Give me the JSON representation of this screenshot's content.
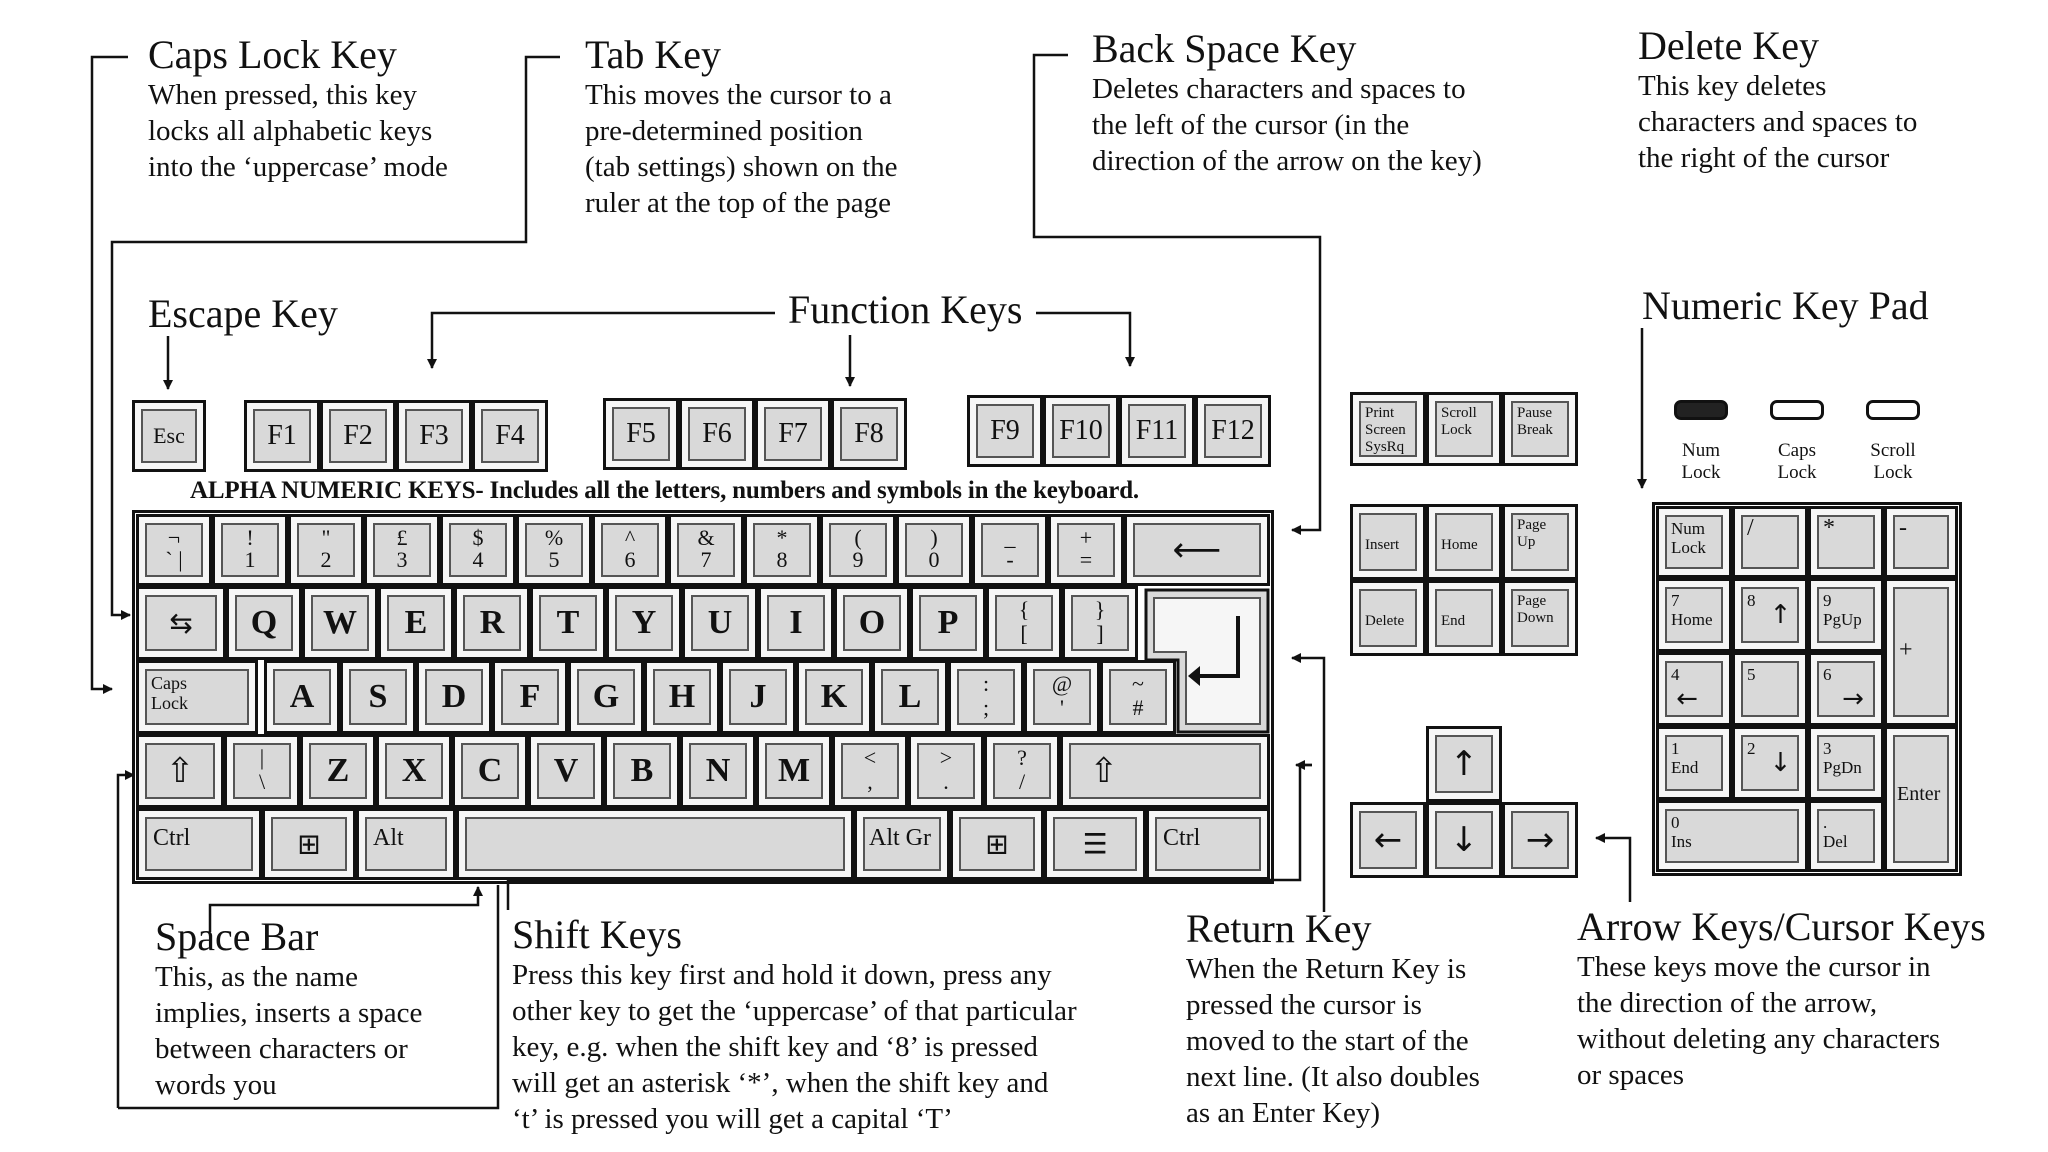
{
  "callouts": {
    "caps_lock": {
      "title": "Caps Lock Key",
      "desc": [
        "When pressed, this key",
        "locks all alphabetic keys",
        "into the ‘uppercase’ mode"
      ]
    },
    "tab": {
      "title": "Tab Key",
      "desc": [
        "This moves the cursor to a",
        "pre-determined position",
        "(tab settings) shown on the",
        "ruler at the top of the page"
      ]
    },
    "back_space": {
      "title": "Back Space Key",
      "desc": [
        "Deletes characters and spaces to",
        "the left of the cursor (in the",
        "direction of the arrow on the key)"
      ]
    },
    "delete": {
      "title": "Delete Key",
      "desc": [
        "This key deletes",
        "characters and spaces to",
        "the right of the cursor"
      ]
    },
    "escape": {
      "title": "Escape Key"
    },
    "function": {
      "title": "Function Keys"
    },
    "numeric": {
      "title": "Numeric Key Pad"
    },
    "space_bar": {
      "title": "Space Bar",
      "desc": [
        "This, as the name",
        "implies, inserts a space",
        "between characters or",
        "words you"
      ]
    },
    "shift": {
      "title": "Shift Keys",
      "desc": [
        "Press this key first and hold it down, press any",
        "other key to get the ‘uppercase’ of that particular",
        "key, e.g. when the shift key and ‘8’ is pressed",
        "will get an asterisk ‘*’, when the shift key and",
        "‘t’ is pressed you will get a capital ‘T’"
      ]
    },
    "return": {
      "title": "Return Key",
      "desc": [
        "When the Return Key is",
        "pressed the cursor is",
        "moved to the start of the",
        "next line.  (It also doubles",
        "as an Enter Key)"
      ]
    },
    "arrow": {
      "title": "Arrow Keys/Cursor Keys",
      "desc": [
        "These keys move the cursor in",
        "the direction of the arrow,",
        "without deleting any characters",
        "or spaces"
      ]
    }
  },
  "alpha_label": "ALPHA NUMERIC KEYS- Includes all the letters, numbers and symbols in the keyboard.",
  "keys": {
    "esc": "Esc",
    "function": [
      "F1",
      "F2",
      "F3",
      "F4",
      "F5",
      "F6",
      "F7",
      "F8",
      "F9",
      "F10",
      "F11",
      "F12"
    ],
    "number_row": [
      {
        "top": "¬",
        "bot": "` |"
      },
      {
        "top": "!",
        "bot": "1"
      },
      {
        "top": "\"",
        "bot": "2"
      },
      {
        "top": "£",
        "bot": "3"
      },
      {
        "top": "$",
        "bot": "4"
      },
      {
        "top": "%",
        "bot": "5"
      },
      {
        "top": "^",
        "bot": "6"
      },
      {
        "top": "&",
        "bot": "7"
      },
      {
        "top": "*",
        "bot": "8"
      },
      {
        "top": "(",
        "bot": "9"
      },
      {
        "top": ")",
        "bot": "0"
      },
      {
        "top": "_",
        "bot": "-"
      },
      {
        "top": "+",
        "bot": "="
      }
    ],
    "qwerty": [
      "Q",
      "W",
      "E",
      "R",
      "T",
      "Y",
      "U",
      "I",
      "O",
      "P"
    ],
    "qwerty_sym": [
      {
        "top": "{",
        "bot": "["
      },
      {
        "top": "}",
        "bot": "]"
      }
    ],
    "asdf": [
      "A",
      "S",
      "D",
      "F",
      "G",
      "H",
      "J",
      "K",
      "L"
    ],
    "asdf_sym": [
      {
        "top": ":",
        "bot": ";"
      },
      {
        "top": "@",
        "bot": "'"
      },
      {
        "top": "~",
        "bot": "#"
      }
    ],
    "zxcv_sym0": {
      "top": "|",
      "bot": "\\"
    },
    "zxcv": [
      "Z",
      "X",
      "C",
      "V",
      "B",
      "N",
      "M"
    ],
    "zxcv_sym": [
      {
        "top": "<",
        "bot": ","
      },
      {
        "top": ">",
        "bot": "."
      },
      {
        "top": "?",
        "bot": "/"
      }
    ],
    "caps": "Caps\nLock",
    "ctrl": "Ctrl",
    "alt": "Alt",
    "alt_gr": "Alt Gr",
    "print": "Print\nScreen\nSysRq",
    "scroll": "Scroll\nLock",
    "pause": "Pause\nBreak",
    "insert": "Insert",
    "home": "Home",
    "page_up": "Page\nUp",
    "delete": "Delete",
    "end": "End",
    "page_down": "Page\nDown",
    "numpad": {
      "num_lock": "Num\nLock",
      "slash": "/",
      "star": "*",
      "minus": "-",
      "plus": "+",
      "n7": "7\nHome",
      "n8": "8",
      "n9": "9\nPgUp",
      "n4": "4",
      "n5": "5",
      "n6": "6",
      "n1": "1\nEnd",
      "n2": "2",
      "n3": "3\nPgDn",
      "n0": "0\nIns",
      "dot": ".\nDel",
      "enter": "Enter"
    }
  },
  "indicators": [
    {
      "label": "Num\nLock",
      "on": true
    },
    {
      "label": "Caps\nLock",
      "on": false
    },
    {
      "label": "Scroll\nLock",
      "on": false
    }
  ]
}
